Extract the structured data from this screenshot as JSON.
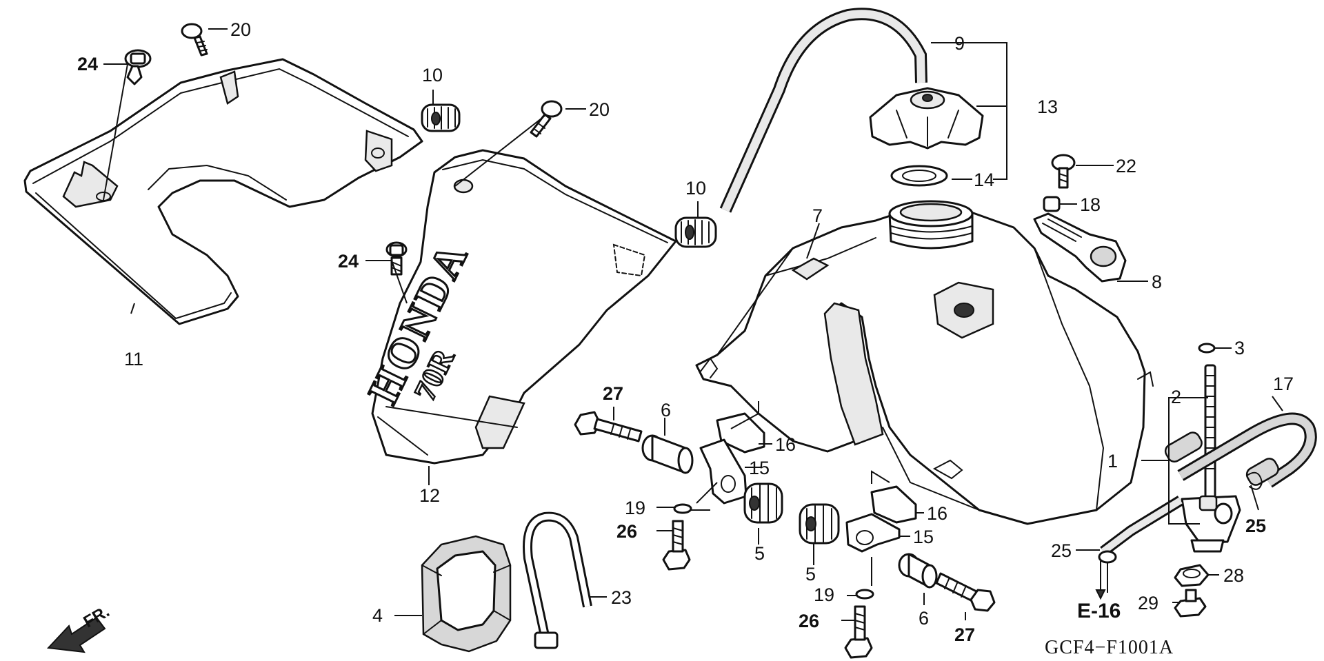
{
  "diagram": {
    "drawing_code": "GCF4−F1001A",
    "reference_label": "E-16",
    "front_label": "FR.",
    "decal_brand": "HONDA",
    "decal_model": "70R",
    "callouts": [
      {
        "id": "c-1",
        "label": "1",
        "bold": false
      },
      {
        "id": "c-2",
        "label": "2",
        "bold": false
      },
      {
        "id": "c-3",
        "label": "3",
        "bold": false
      },
      {
        "id": "c-4",
        "label": "4",
        "bold": false
      },
      {
        "id": "c-5a",
        "label": "5",
        "bold": false
      },
      {
        "id": "c-5b",
        "label": "5",
        "bold": false
      },
      {
        "id": "c-6a",
        "label": "6",
        "bold": false
      },
      {
        "id": "c-6b",
        "label": "6",
        "bold": false
      },
      {
        "id": "c-7",
        "label": "7",
        "bold": false
      },
      {
        "id": "c-8",
        "label": "8",
        "bold": false
      },
      {
        "id": "c-9",
        "label": "9",
        "bold": false
      },
      {
        "id": "c-10a",
        "label": "10",
        "bold": false
      },
      {
        "id": "c-10b",
        "label": "10",
        "bold": false
      },
      {
        "id": "c-11",
        "label": "11",
        "bold": false
      },
      {
        "id": "c-12",
        "label": "12",
        "bold": false
      },
      {
        "id": "c-13",
        "label": "13",
        "bold": false
      },
      {
        "id": "c-14",
        "label": "14",
        "bold": false
      },
      {
        "id": "c-15a",
        "label": "15",
        "bold": false
      },
      {
        "id": "c-15b",
        "label": "15",
        "bold": false
      },
      {
        "id": "c-16a",
        "label": "16",
        "bold": false
      },
      {
        "id": "c-16b",
        "label": "16",
        "bold": false
      },
      {
        "id": "c-17",
        "label": "17",
        "bold": false
      },
      {
        "id": "c-18",
        "label": "18",
        "bold": false
      },
      {
        "id": "c-19a",
        "label": "19",
        "bold": false
      },
      {
        "id": "c-19b",
        "label": "19",
        "bold": false
      },
      {
        "id": "c-20a",
        "label": "20",
        "bold": false
      },
      {
        "id": "c-20b",
        "label": "20",
        "bold": false
      },
      {
        "id": "c-22",
        "label": "22",
        "bold": false
      },
      {
        "id": "c-23",
        "label": "23",
        "bold": false
      },
      {
        "id": "c-24a",
        "label": "24",
        "bold": true
      },
      {
        "id": "c-24b",
        "label": "24",
        "bold": true
      },
      {
        "id": "c-25a",
        "label": "25",
        "bold": true
      },
      {
        "id": "c-25b",
        "label": "25",
        "bold": false
      },
      {
        "id": "c-26a",
        "label": "26",
        "bold": true
      },
      {
        "id": "c-26b",
        "label": "26",
        "bold": true
      },
      {
        "id": "c-27a",
        "label": "27",
        "bold": true
      },
      {
        "id": "c-27b",
        "label": "27",
        "bold": true
      },
      {
        "id": "c-28",
        "label": "28",
        "bold": false
      },
      {
        "id": "c-29",
        "label": "29",
        "bold": false
      }
    ]
  }
}
